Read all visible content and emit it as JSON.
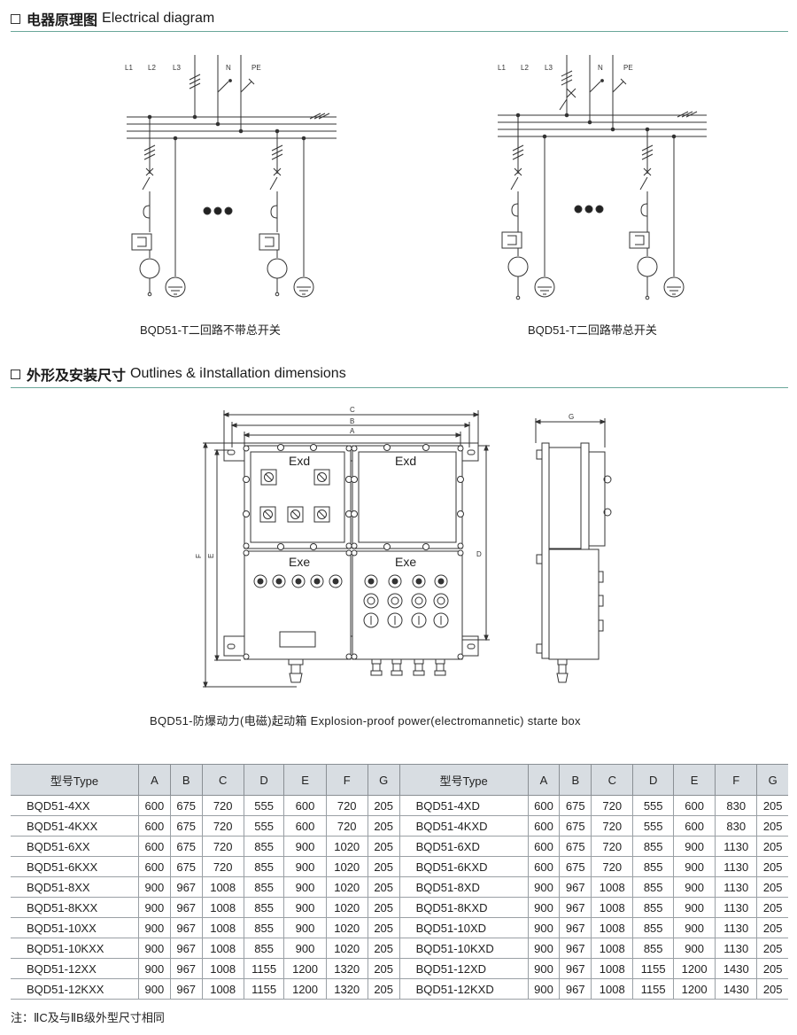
{
  "sections": {
    "electrical": {
      "cn": "电器原理图",
      "en": "Electrical diagram"
    },
    "outlines": {
      "cn": "外形及安装尺寸",
      "en": "Outlines & iInstallation dimensions"
    }
  },
  "diagram": {
    "labels": [
      "L1",
      "L2",
      "L3",
      "N",
      "PE"
    ],
    "caption_left": "BQD51-T二回路不带总开关",
    "caption_right": "BQD51-T二回路带总开关"
  },
  "outline": {
    "dims": {
      "a": "A",
      "b": "B",
      "c": "C",
      "d": "D",
      "e": "E",
      "f": "F",
      "g": "G"
    },
    "panel_upper": "Exd",
    "panel_lower": "Exe",
    "caption": "BQD51-防爆动力(电磁)起动箱 Explosion-proof power(electromannetic) starte box"
  },
  "table": {
    "headers": [
      "型号Type",
      "A",
      "B",
      "C",
      "D",
      "E",
      "F",
      "G",
      "型号Type",
      "A",
      "B",
      "C",
      "D",
      "E",
      "F",
      "G"
    ],
    "rows": [
      [
        "BQD51-4XX",
        "600",
        "675",
        "720",
        "555",
        "600",
        "720",
        "205",
        "BQD51-4XD",
        "600",
        "675",
        "720",
        "555",
        "600",
        "830",
        "205"
      ],
      [
        "BQD51-4KXX",
        "600",
        "675",
        "720",
        "555",
        "600",
        "720",
        "205",
        "BQD51-4KXD",
        "600",
        "675",
        "720",
        "555",
        "600",
        "830",
        "205"
      ],
      [
        "BQD51-6XX",
        "600",
        "675",
        "720",
        "855",
        "900",
        "1020",
        "205",
        "BQD51-6XD",
        "600",
        "675",
        "720",
        "855",
        "900",
        "1130",
        "205"
      ],
      [
        "BQD51-6KXX",
        "600",
        "675",
        "720",
        "855",
        "900",
        "1020",
        "205",
        "BQD51-6KXD",
        "600",
        "675",
        "720",
        "855",
        "900",
        "1130",
        "205"
      ],
      [
        "BQD51-8XX",
        "900",
        "967",
        "1008",
        "855",
        "900",
        "1020",
        "205",
        "BQD51-8XD",
        "900",
        "967",
        "1008",
        "855",
        "900",
        "1130",
        "205"
      ],
      [
        "BQD51-8KXX",
        "900",
        "967",
        "1008",
        "855",
        "900",
        "1020",
        "205",
        "BQD51-8KXD",
        "900",
        "967",
        "1008",
        "855",
        "900",
        "1130",
        "205"
      ],
      [
        "BQD51-10XX",
        "900",
        "967",
        "1008",
        "855",
        "900",
        "1020",
        "205",
        "BQD51-10XD",
        "900",
        "967",
        "1008",
        "855",
        "900",
        "1130",
        "205"
      ],
      [
        "BQD51-10KXX",
        "900",
        "967",
        "1008",
        "855",
        "900",
        "1020",
        "205",
        "BQD51-10KXD",
        "900",
        "967",
        "1008",
        "855",
        "900",
        "1130",
        "205"
      ],
      [
        "BQD51-12XX",
        "900",
        "967",
        "1008",
        "1155",
        "1200",
        "1320",
        "205",
        "BQD51-12XD",
        "900",
        "967",
        "1008",
        "1155",
        "1200",
        "1430",
        "205"
      ],
      [
        "BQD51-12KXX",
        "900",
        "967",
        "1008",
        "1155",
        "1200",
        "1320",
        "205",
        "BQD51-12KXD",
        "900",
        "967",
        "1008",
        "1155",
        "1200",
        "1430",
        "205"
      ]
    ]
  },
  "note": "注：ⅡC及与ⅡB级外型尺寸相同",
  "colors": {
    "rule": "#6aa79a",
    "header_bg": "#d8dde2"
  }
}
